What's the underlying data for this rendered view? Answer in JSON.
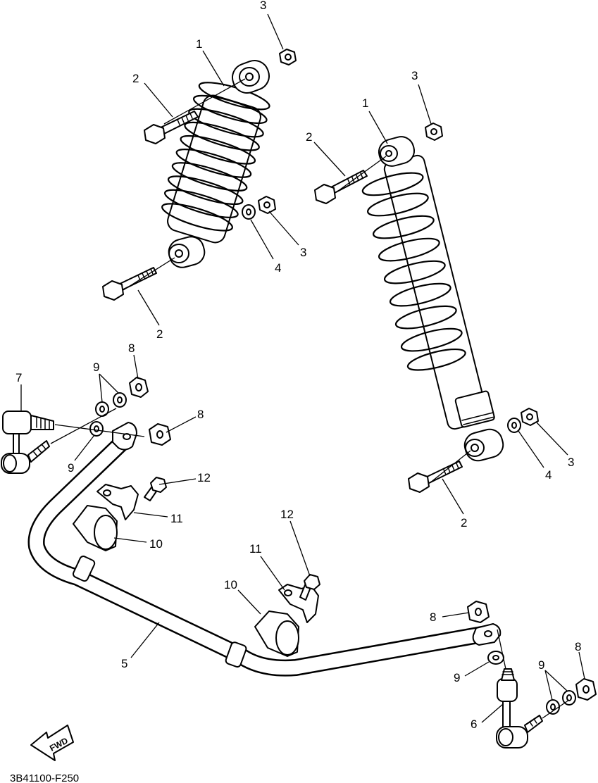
{
  "callouts": [
    {
      "id": "c-a3",
      "text": "3"
    },
    {
      "id": "c-a1",
      "text": "1"
    },
    {
      "id": "c-a2t",
      "text": "2"
    },
    {
      "id": "c-a3m",
      "text": "3"
    },
    {
      "id": "c-a4",
      "text": "4"
    },
    {
      "id": "c-a2b",
      "text": "2"
    },
    {
      "id": "c-b3t",
      "text": "3"
    },
    {
      "id": "c-b1",
      "text": "1"
    },
    {
      "id": "c-b2t",
      "text": "2"
    },
    {
      "id": "c-b3b",
      "text": "3"
    },
    {
      "id": "c-b4",
      "text": "4"
    },
    {
      "id": "c-b2b",
      "text": "2"
    },
    {
      "id": "c-l7",
      "text": "7"
    },
    {
      "id": "c-l9t",
      "text": "9"
    },
    {
      "id": "c-l8t",
      "text": "8"
    },
    {
      "id": "c-l8b",
      "text": "8"
    },
    {
      "id": "c-l9b",
      "text": "9"
    },
    {
      "id": "c-12a",
      "text": "12"
    },
    {
      "id": "c-11a",
      "text": "11"
    },
    {
      "id": "c-10a",
      "text": "10"
    },
    {
      "id": "c-12b",
      "text": "12"
    },
    {
      "id": "c-11b",
      "text": "11"
    },
    {
      "id": "c-10b",
      "text": "10"
    },
    {
      "id": "c-5",
      "text": "5"
    },
    {
      "id": "c-r8a",
      "text": "8"
    },
    {
      "id": "c-r9a",
      "text": "9"
    },
    {
      "id": "c-r8b",
      "text": "8"
    },
    {
      "id": "c-r9b",
      "text": "9"
    },
    {
      "id": "c-r6",
      "text": "6"
    }
  ],
  "fwd_label": "FWD",
  "drawing_code": "3B41100-F250"
}
